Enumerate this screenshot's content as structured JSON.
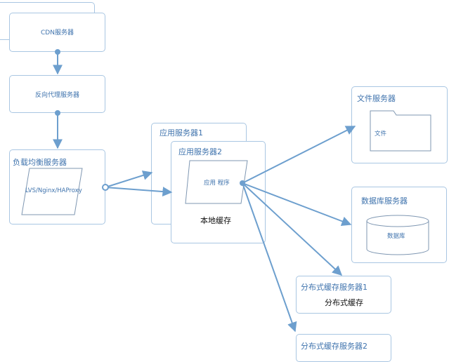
{
  "cdn": {
    "label": "CDN服务器"
  },
  "reverse_proxy": {
    "label": "反向代理服务器"
  },
  "load_balancer": {
    "title": "负载均衡服务器",
    "inner": "LVS/Nginx/HAProxy"
  },
  "app_server_1": {
    "title": "应用服务器1"
  },
  "app_server_2": {
    "title": "应用服务器2",
    "inner": "应用 程序",
    "local_cache": "本地缓存"
  },
  "file_server": {
    "title": "文件服务器",
    "folder": "文件"
  },
  "db_server": {
    "title": "数据库服务器",
    "db": "数据库"
  },
  "cache_server_1": {
    "title": "分布式缓存服务器1",
    "inner": "分布式缓存"
  },
  "cache_server_2": {
    "title": "分布式缓存服务器2"
  },
  "colors": {
    "line": "#6d9fce",
    "border": "#a9c6e2",
    "text": "#3f73ad"
  }
}
